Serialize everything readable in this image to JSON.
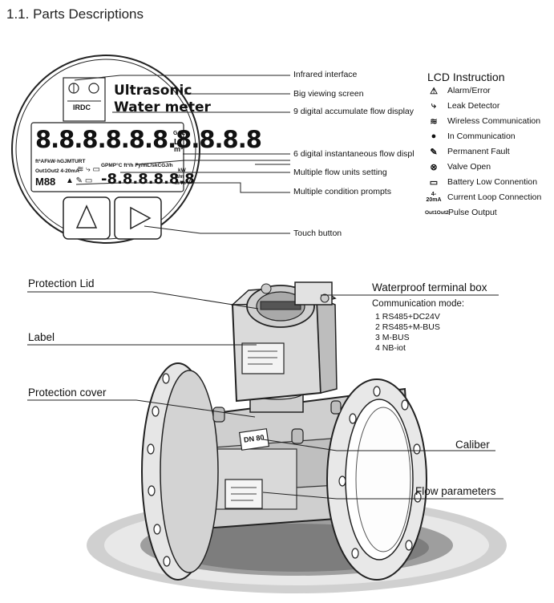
{
  "page": {
    "title": "1.1. Parts Descriptions"
  },
  "display": {
    "brand_top": "Ultrasonic",
    "brand_bottom": "Water meter",
    "logo": "IRDC",
    "big_digits": "8.8.8.8.8.8.8.8.8.8",
    "small_digits": "-8.8.8.8.8.8",
    "unit_gal": "GAL",
    "unit_l": "L",
    "unit_m3": "m³",
    "units_row_left": "ft³AFkW·hGJMTURT",
    "units_row_mid": "GPMP°C ft³/h Fy/mL/skCGJ/h",
    "status_row": "Out1Out2 4-20mA",
    "mode_text": "M88",
    "unit_kw": "kW",
    "unit_lm": "L/m",
    "unit_m3h": "m³/h",
    "button_up": "△",
    "button_right": "▷"
  },
  "callouts": [
    "Infrared interface",
    "Big viewing screen",
    "9 digital accumulate flow display",
    "6 digital instantaneous flow displ",
    "Multiple flow units setting",
    "Multiple condition prompts",
    "Touch button"
  ],
  "lcd_instruction": {
    "title": "LCD Instruction",
    "items": [
      {
        "icon": "⚠",
        "label": "Alarm/Error"
      },
      {
        "icon": "⤷",
        "label": "Leak Detector"
      },
      {
        "icon": "≋",
        "label": "Wireless Communication"
      },
      {
        "icon": "●",
        "label": "In Communication"
      },
      {
        "icon": "✎",
        "label": "Permanent Fault"
      },
      {
        "icon": "⊗",
        "label": "Valve Open"
      },
      {
        "icon": "▭",
        "label": "Battery Low Connention"
      },
      {
        "icon": "4-20mA",
        "label": "Current Loop Connection"
      },
      {
        "icon": "Out1Out2",
        "label": "Pulse Output"
      }
    ]
  },
  "parts": {
    "protection_lid": "Protection Lid",
    "waterproof_box": "Waterproof terminal box",
    "label": "Label",
    "protection_cover": "Protection cover",
    "caliber": "Caliber",
    "flow_parameters": "Flow parameters",
    "dn_plate": "DN 80"
  },
  "communication": {
    "heading": "Communication mode:",
    "modes": [
      "1 RS485+DC24V",
      "2 RS485+M-BUS",
      "3 M-BUS",
      "4 NB-iot"
    ]
  }
}
